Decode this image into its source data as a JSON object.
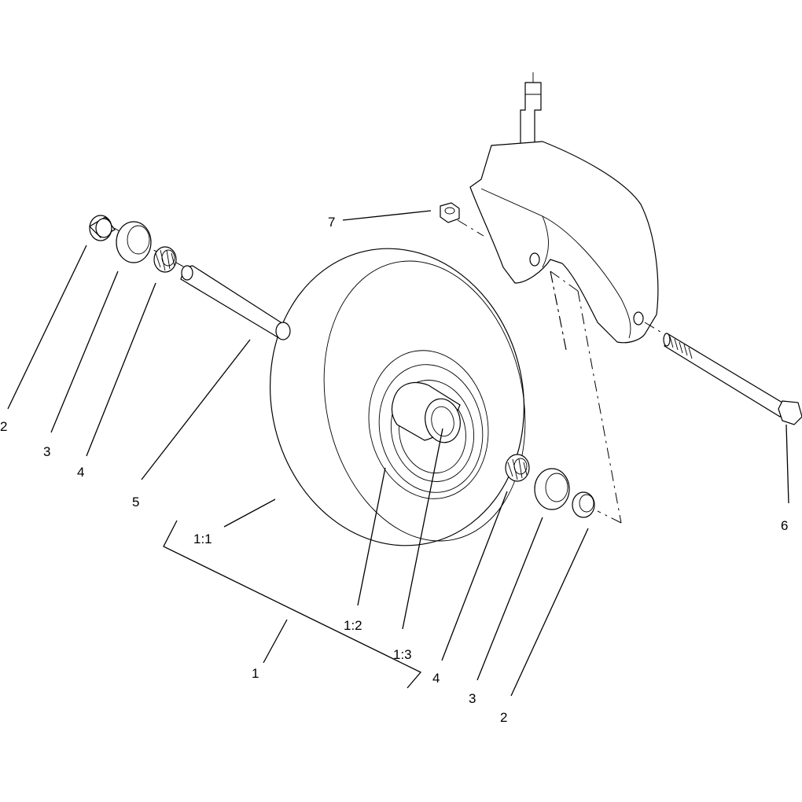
{
  "callouts": {
    "c2_left": "2",
    "c3_left": "3",
    "c4_left": "4",
    "c5": "5",
    "c1_1": "1:1",
    "c1_2": "1:2",
    "c1_3": "1:3",
    "c1": "1",
    "c4_right": "4",
    "c3_right": "3",
    "c2_right": "2",
    "c6": "6",
    "c7": "7"
  },
  "colors": {
    "line": "#000000",
    "background": "#ffffff"
  }
}
